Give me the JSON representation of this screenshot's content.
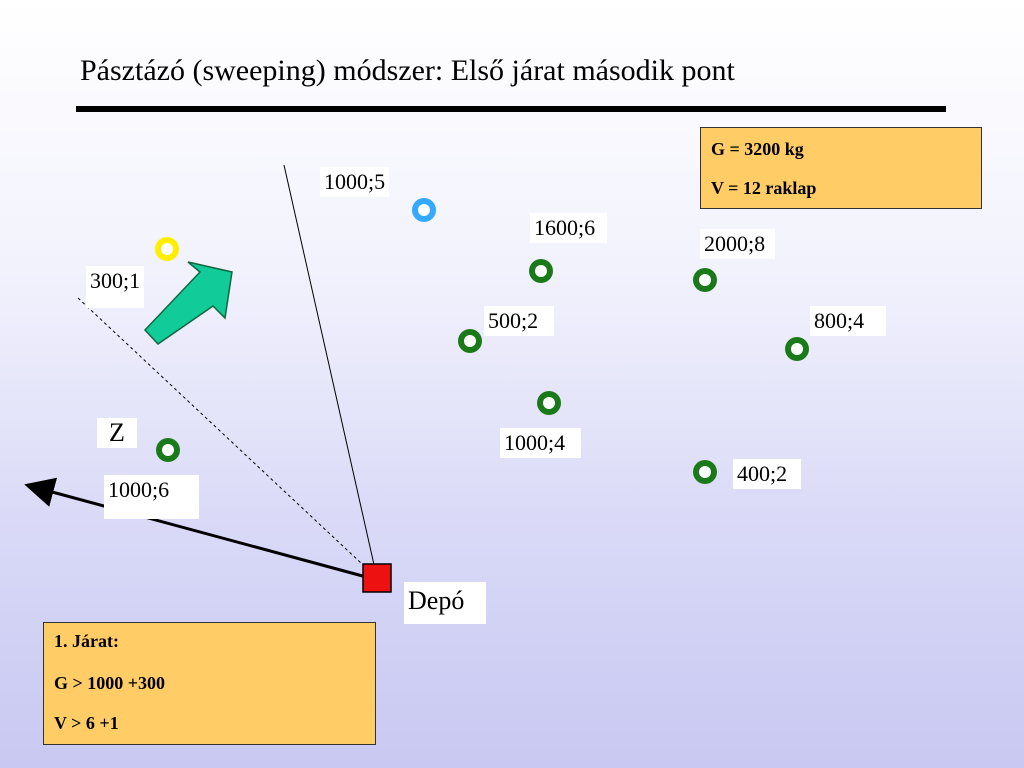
{
  "slide": {
    "title": "Pásztázó (sweeping) módszer: Első járat második pont"
  },
  "capacity_box": {
    "line1": "G = 3200 kg",
    "line2": "V = 12 raklap"
  },
  "route_box": {
    "line1": "1. Járat:",
    "line2": "G > 1000 +300",
    "line3": "V > 6 +1"
  },
  "labels": {
    "p1000_5": "1000;5",
    "p1600_6": "1600;6",
    "p2000_8": "2000;8",
    "p300_1": "300;1",
    "p500_2": "500;2",
    "p800_4": "800;4",
    "z": "Z",
    "p1000_4": "1000;4",
    "p1000_6": "1000;6",
    "p400_2": "400;2",
    "depot": "Depó"
  },
  "colors": {
    "green_node": "#1a7a1a",
    "yellow_node": "#ffee00",
    "cyan_node": "#33aaff",
    "depot": "#ee1111",
    "arrow_fill": "#11cc99",
    "box_fill": "#ffcc66"
  }
}
